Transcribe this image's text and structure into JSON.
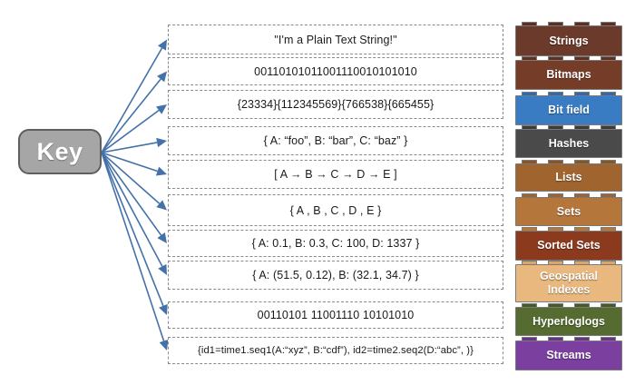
{
  "diagram": {
    "title": "Redis key to data-structure value types",
    "key_node": {
      "label": "Key",
      "fill": "#a6a6a6",
      "stroke": "#5f5f5f"
    },
    "arrow_color": "#4472a8",
    "rows": [
      {
        "value": "\"I'm a Plain Text String!\"",
        "type_label": "Strings",
        "brick_color": "#6b3a2a",
        "stud_color": "#5a2f21"
      },
      {
        "value": "00110101011001110010101010",
        "type_label": "Bitmaps",
        "brick_color": "#753d28",
        "stud_color": "#5f3020"
      },
      {
        "value": "{23334}{112345569}{766538}{665455}",
        "type_label": "Bit field",
        "brick_color": "#3a7cc4",
        "stud_color": "#2f6aac"
      },
      {
        "value": "{ A: “foo”, B: “bar”, C: “baz”  }",
        "type_label": "Hashes",
        "brick_color": "#4a4a4a",
        "stud_color": "#3b3b3b"
      },
      {
        "value": "[ A → B → C → D → E ]",
        "type_label": "Lists",
        "brick_color": "#a0652e",
        "stud_color": "#8a5526"
      },
      {
        "value": "{  A , B , C , D , E  }",
        "type_label": "Sets",
        "brick_color": "#b5763c",
        "stud_color": "#9c6433"
      },
      {
        "value": "{ A: 0.1, B: 0.3, C: 100, D: 1337 }",
        "type_label": "Sorted Sets",
        "brick_color": "#8b3a1e",
        "stud_color": "#b5763c"
      },
      {
        "value": "{ A: (51.5, 0.12), B: (32.1, 34.7)  }",
        "type_label": "Geospatial Indexes",
        "brick_color": "#e8b87e",
        "stud_color": "#d8a666"
      },
      {
        "value": "00110101 11001110 10101010",
        "type_label": "Hyperloglogs",
        "brick_color": "#556b2f",
        "stud_color": "#465a26"
      },
      {
        "value": "{id1=time1.seq1(A:“xyz”, B:“cdf”), id2=time2.seq2(D:“abc”, )}",
        "type_label": "Streams",
        "brick_color": "#7b3fa0",
        "stud_color": "#673488"
      }
    ]
  }
}
